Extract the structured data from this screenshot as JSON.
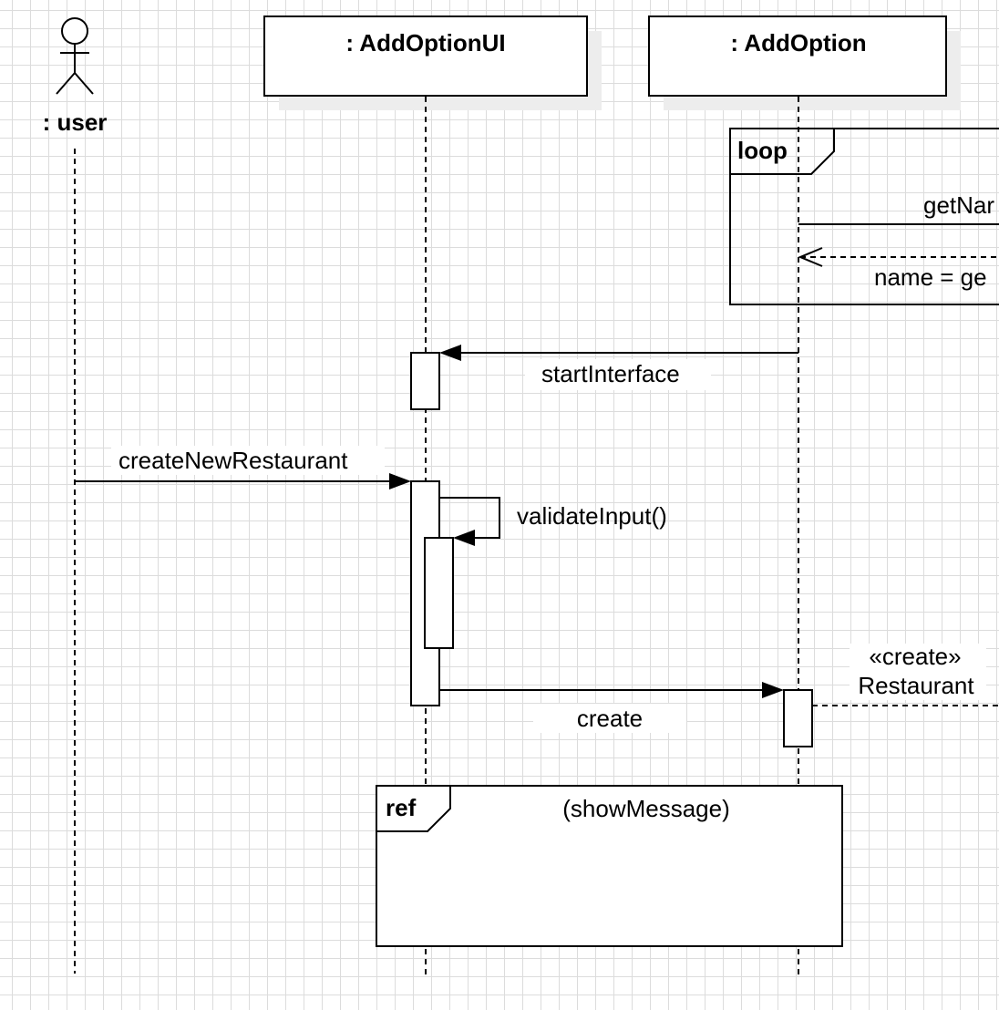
{
  "lifelines": {
    "user": {
      "label": ": user"
    },
    "ui": {
      "label": ": AddOptionUI"
    },
    "addoption": {
      "label": ": AddOption"
    }
  },
  "fragments": {
    "loop": {
      "operator": "loop"
    },
    "ref": {
      "operator": "ref",
      "label": "(showMessage)"
    }
  },
  "messages": {
    "getName": "getNar",
    "nameReturn": "name = ge",
    "startInterface": "startInterface",
    "createNewRestaurant": "createNewRestaurant",
    "validateInput": "validateInput()",
    "create": "create",
    "createStereotype": "«create»",
    "createTarget": "Restaurant"
  }
}
